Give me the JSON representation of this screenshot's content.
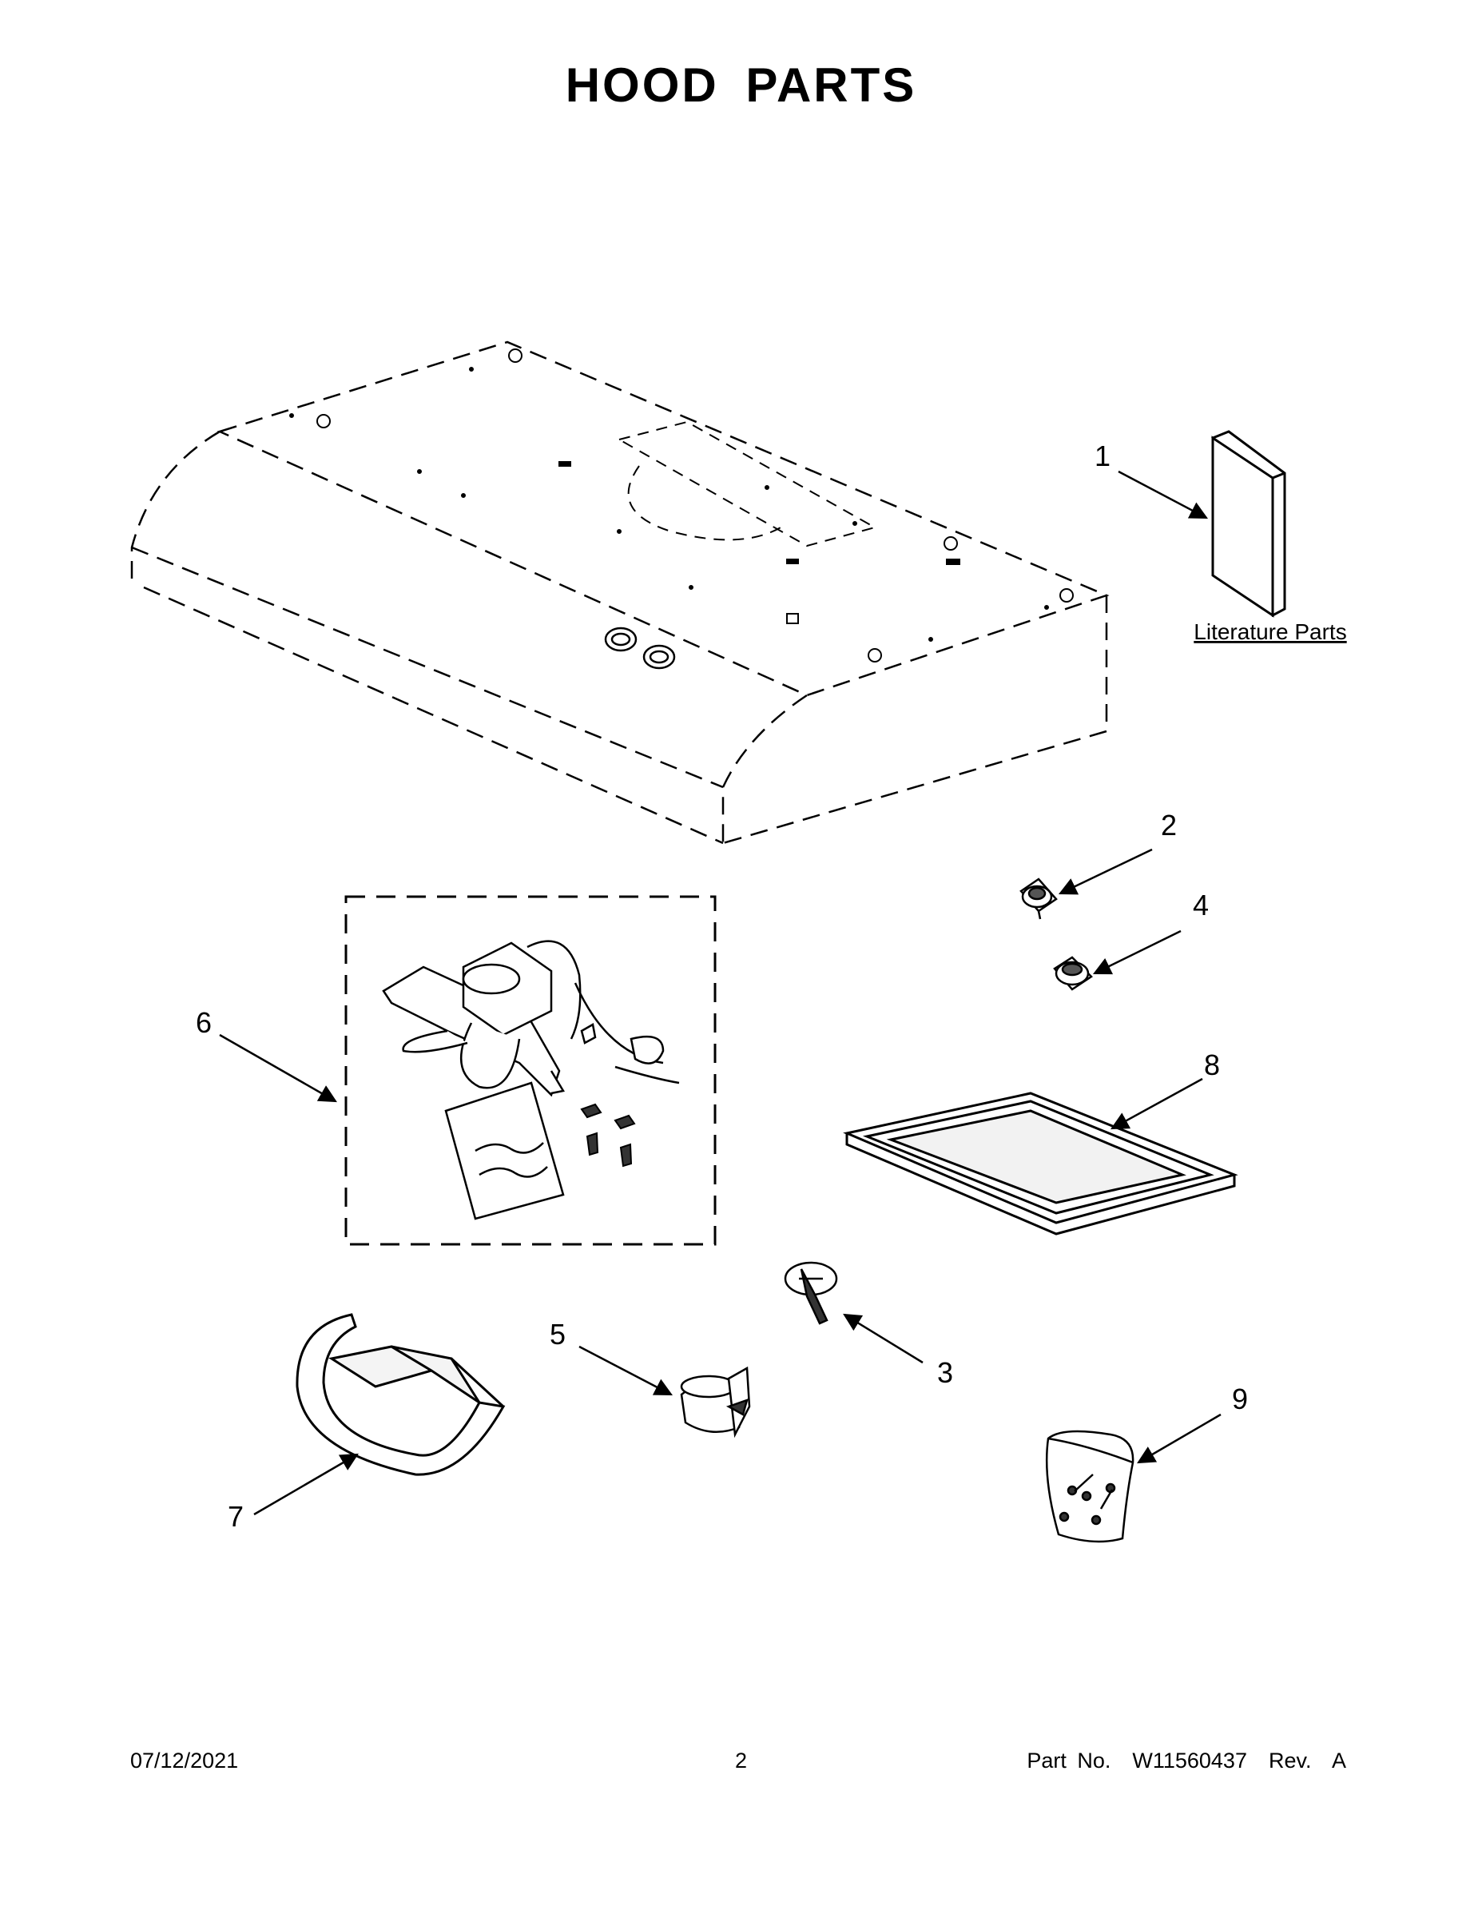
{
  "page_title": "HOOD PARTS",
  "literature_label": "Literature Parts",
  "callouts": [
    "1",
    "2",
    "3",
    "4",
    "5",
    "6",
    "7",
    "8",
    "9"
  ],
  "footer": {
    "date": "07/12/2021",
    "page": "2",
    "part_no": "Part No.  W11560437  Rev.  A"
  }
}
